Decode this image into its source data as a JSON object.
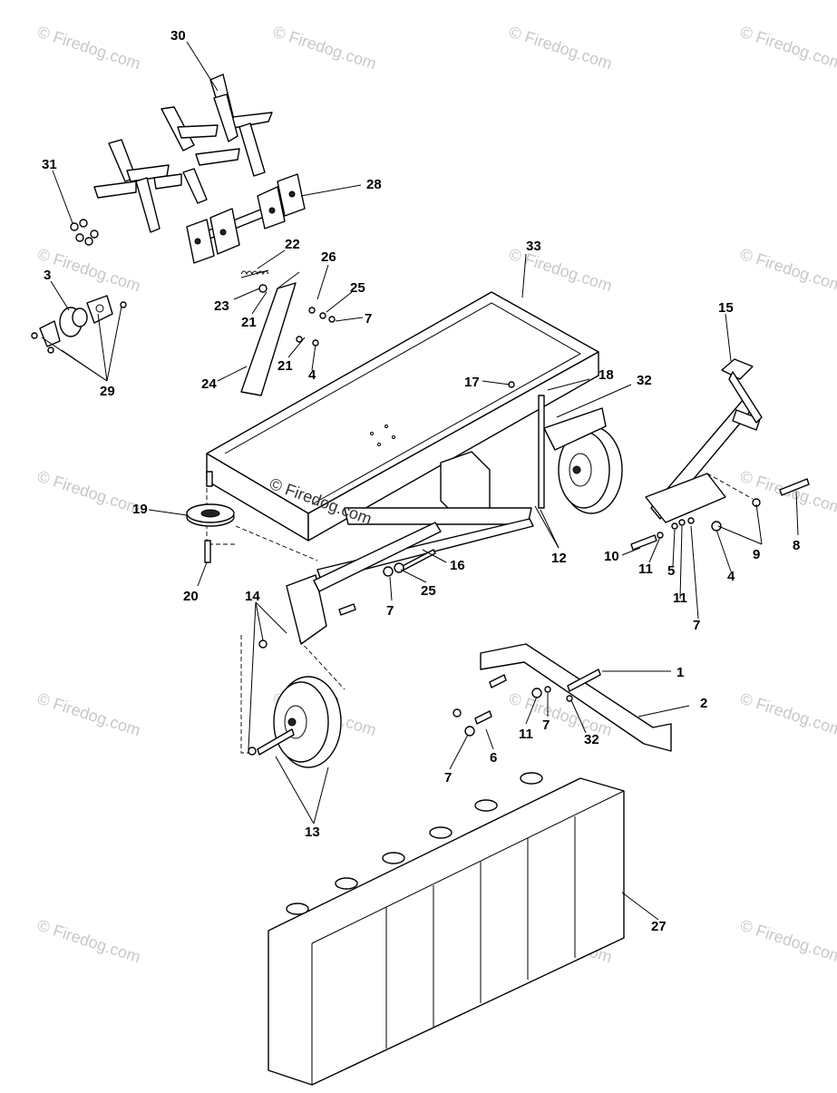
{
  "watermark": {
    "text": "© Firedog.com",
    "center_text": "© Firedog.com"
  },
  "callouts": [
    {
      "id": "c30",
      "label": "30"
    },
    {
      "id": "c31",
      "label": "31"
    },
    {
      "id": "c28",
      "label": "28"
    },
    {
      "id": "c22",
      "label": "22"
    },
    {
      "id": "c26",
      "label": "26"
    },
    {
      "id": "c33",
      "label": "33"
    },
    {
      "id": "c3",
      "label": "3"
    },
    {
      "id": "c23",
      "label": "23"
    },
    {
      "id": "c25a",
      "label": "25"
    },
    {
      "id": "c21a",
      "label": "21"
    },
    {
      "id": "c7a",
      "label": "7"
    },
    {
      "id": "c15",
      "label": "15"
    },
    {
      "id": "c21b",
      "label": "21"
    },
    {
      "id": "c4a",
      "label": "4"
    },
    {
      "id": "c24",
      "label": "24"
    },
    {
      "id": "c29",
      "label": "29"
    },
    {
      "id": "c17",
      "label": "17"
    },
    {
      "id": "c18",
      "label": "18"
    },
    {
      "id": "c32a",
      "label": "32"
    },
    {
      "id": "c19",
      "label": "19"
    },
    {
      "id": "c12",
      "label": "12"
    },
    {
      "id": "c16",
      "label": "16"
    },
    {
      "id": "c25b",
      "label": "25"
    },
    {
      "id": "c9",
      "label": "9"
    },
    {
      "id": "c8",
      "label": "8"
    },
    {
      "id": "c10",
      "label": "10"
    },
    {
      "id": "c11a",
      "label": "11"
    },
    {
      "id": "c5",
      "label": "5"
    },
    {
      "id": "c4b",
      "label": "4"
    },
    {
      "id": "c20",
      "label": "20"
    },
    {
      "id": "c14",
      "label": "14"
    },
    {
      "id": "c7b",
      "label": "7"
    },
    {
      "id": "c11b",
      "label": "11"
    },
    {
      "id": "c7c",
      "label": "7"
    },
    {
      "id": "c1",
      "label": "1"
    },
    {
      "id": "c2",
      "label": "2"
    },
    {
      "id": "c11c",
      "label": "11"
    },
    {
      "id": "c7d",
      "label": "7"
    },
    {
      "id": "c32b",
      "label": "32"
    },
    {
      "id": "c6",
      "label": "6"
    },
    {
      "id": "c7e",
      "label": "7"
    },
    {
      "id": "c13",
      "label": "13"
    },
    {
      "id": "c27",
      "label": "27"
    }
  ]
}
